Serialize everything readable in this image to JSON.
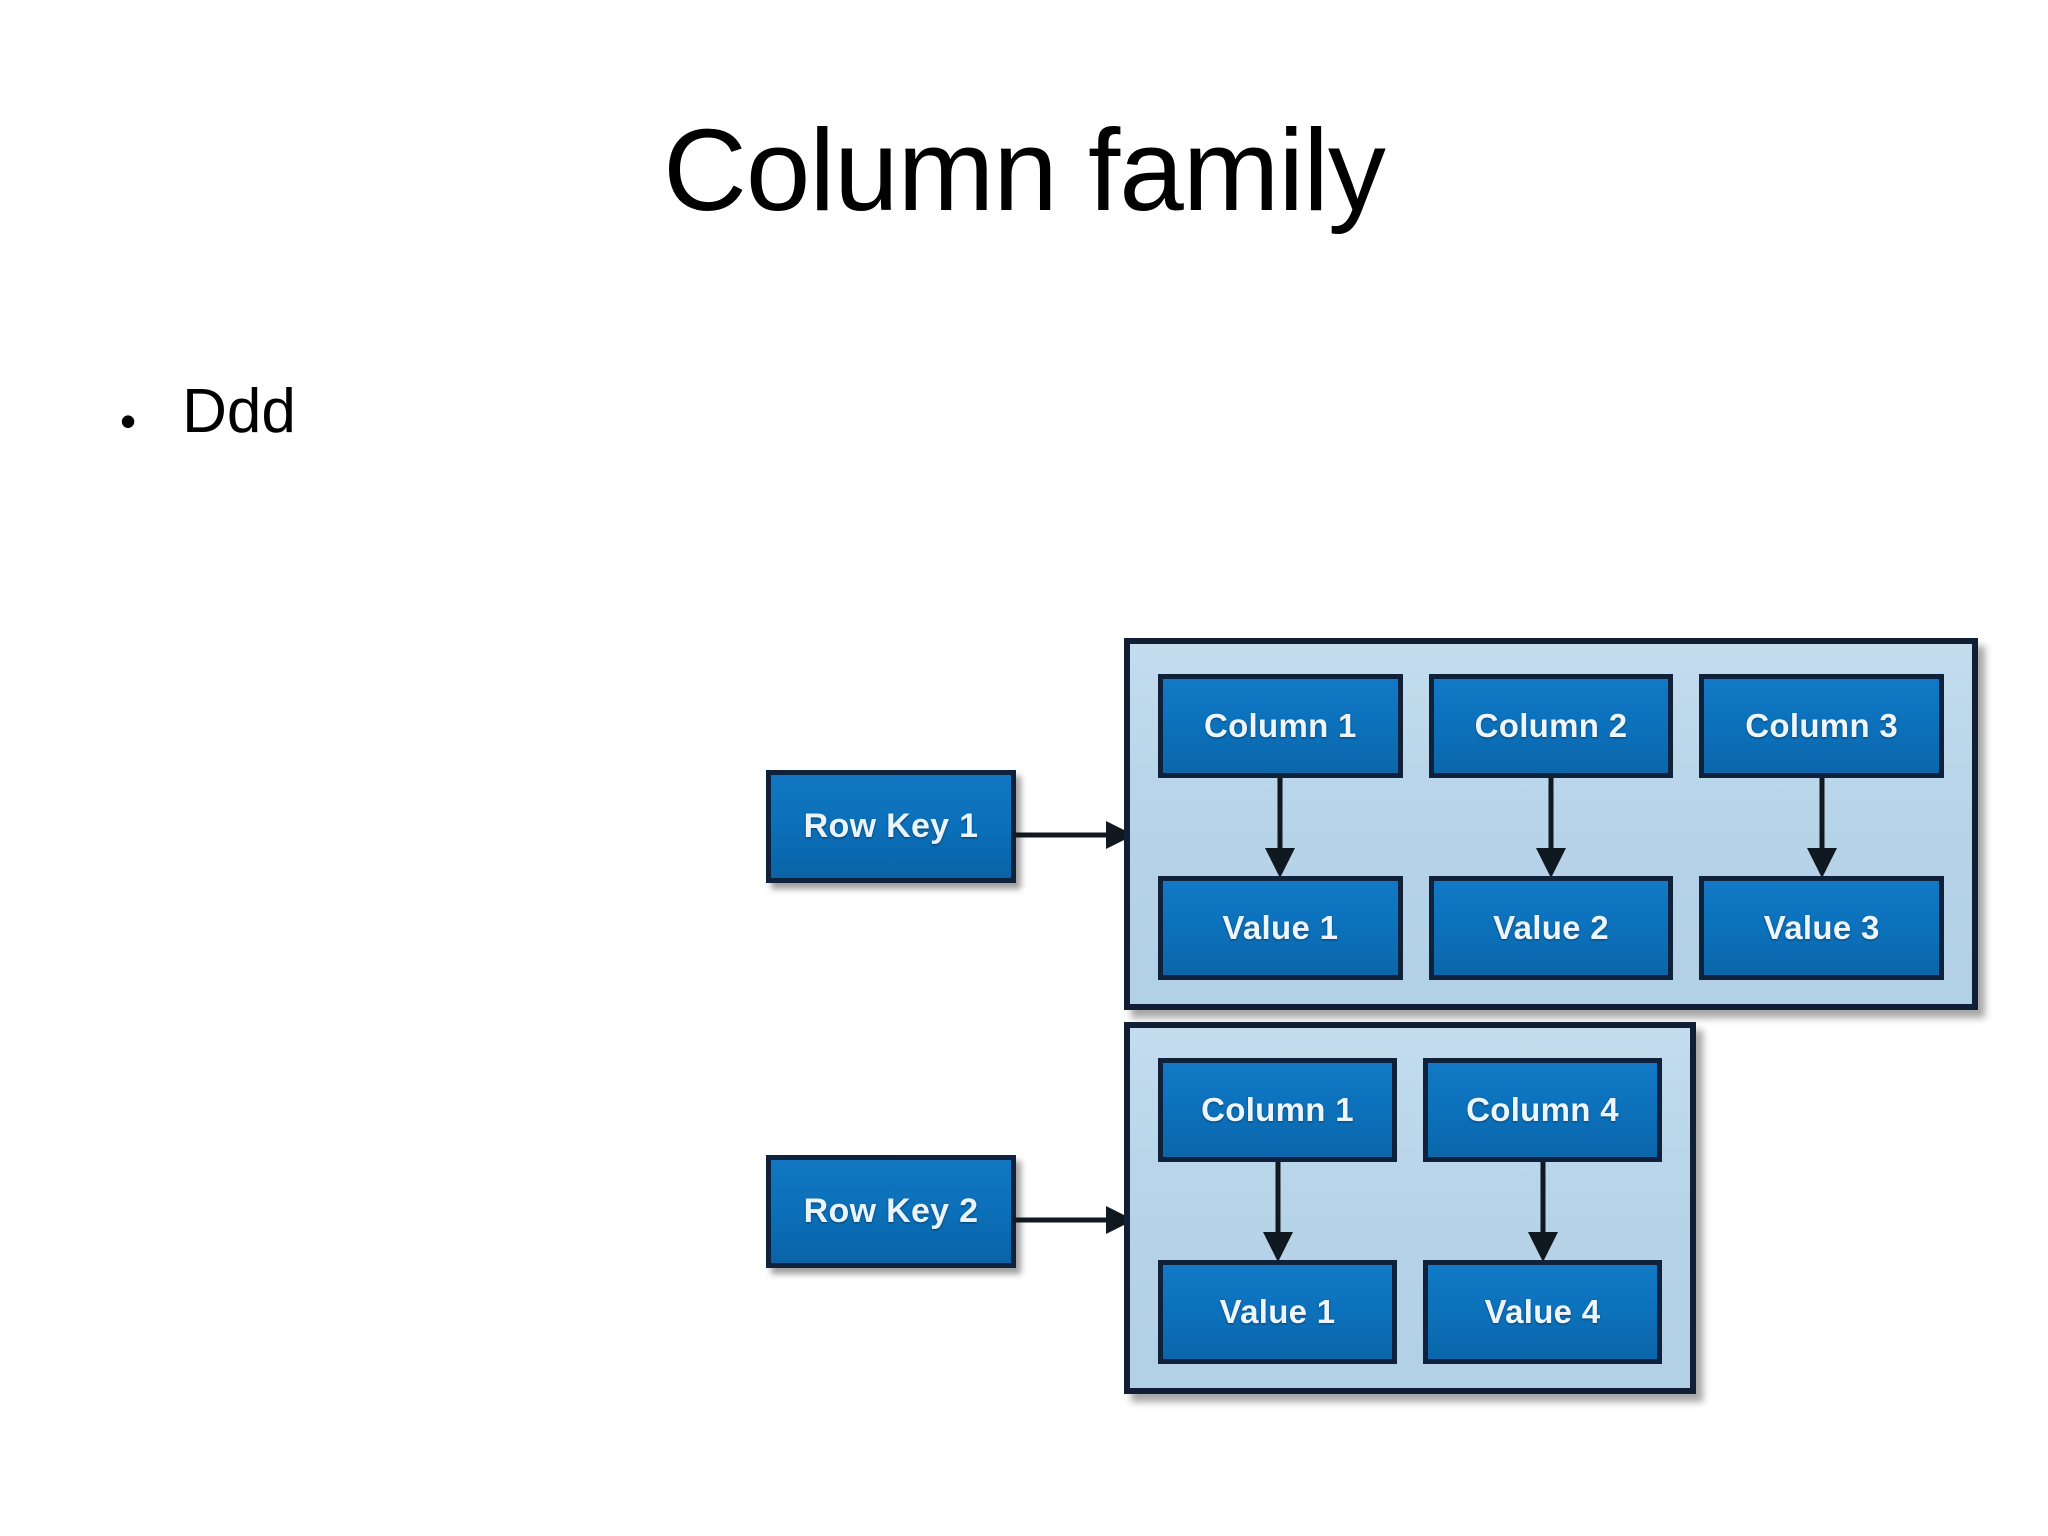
{
  "slide": {
    "title": "Column family",
    "background_color": "#ffffff"
  },
  "body": {
    "bullets": [
      {
        "marker": "•",
        "text": "Ddd"
      }
    ]
  },
  "diagram": {
    "type": "column-family-diagram",
    "colors": {
      "cell_fill": "#0c71bb",
      "cell_border": "#10213c",
      "family_fill": "#b6d3e8",
      "family_border": "#101f36",
      "arrow": "#101820",
      "cell_text": "#eef6fd"
    },
    "rows": [
      {
        "row_key": "Row Key 1",
        "columns": [
          "Column 1",
          "Column 2",
          "Column 3"
        ],
        "values": [
          "Value 1",
          "Value 2",
          "Value 3"
        ]
      },
      {
        "row_key": "Row Key 2",
        "columns": [
          "Column 1",
          "Column 4"
        ],
        "values": [
          "Value 1",
          "Value 4"
        ]
      }
    ]
  }
}
